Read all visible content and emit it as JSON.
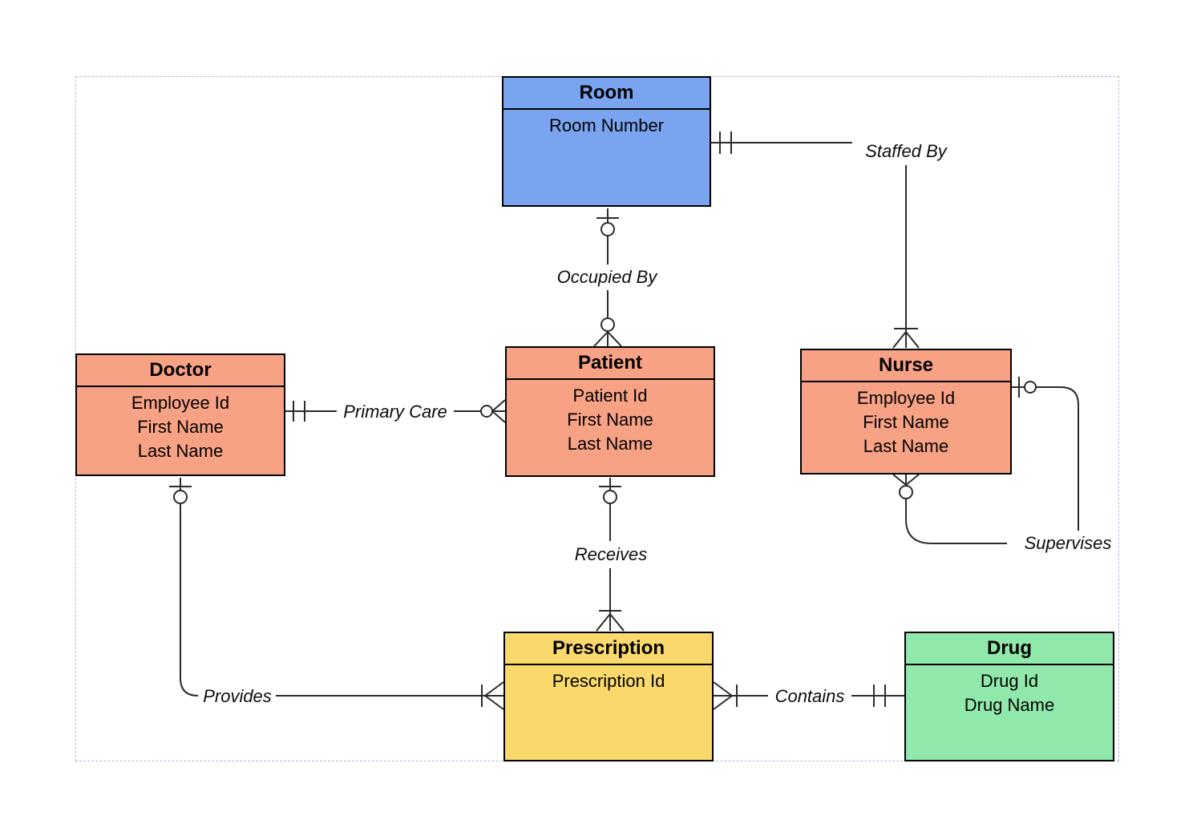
{
  "entities": {
    "room": {
      "title": "Room",
      "attributes": [
        "Room Number"
      ],
      "fill": "#7aa4f0"
    },
    "doctor": {
      "title": "Doctor",
      "attributes": [
        "Employee Id",
        "First Name",
        "Last Name"
      ],
      "fill": "#f8a285"
    },
    "patient": {
      "title": "Patient",
      "attributes": [
        "Patient Id",
        "First Name",
        "Last Name"
      ],
      "fill": "#f8a285"
    },
    "nurse": {
      "title": "Nurse",
      "attributes": [
        "Employee Id",
        "First Name",
        "Last Name"
      ],
      "fill": "#f8a285"
    },
    "prescription": {
      "title": "Prescription",
      "attributes": [
        "Prescription Id"
      ],
      "fill": "#fad96c"
    },
    "drug": {
      "title": "Drug",
      "attributes": [
        "Drug Id",
        "Drug Name"
      ],
      "fill": "#90e8ab"
    }
  },
  "relationships": {
    "staffed_by": {
      "label": "Staffed By",
      "from": "Room",
      "to": "Nurse",
      "from_cardinality": "one-and-only-one",
      "to_cardinality": "one-or-many"
    },
    "occupied_by": {
      "label": "Occupied By",
      "from": "Room",
      "to": "Patient",
      "from_cardinality": "zero-or-one",
      "to_cardinality": "zero-or-many"
    },
    "primary_care": {
      "label": "Primary Care",
      "from": "Doctor",
      "to": "Patient",
      "from_cardinality": "one-and-only-one",
      "to_cardinality": "zero-or-many"
    },
    "receives": {
      "label": "Receives",
      "from": "Patient",
      "to": "Prescription",
      "from_cardinality": "zero-or-one",
      "to_cardinality": "one-or-many"
    },
    "provides": {
      "label": "Provides",
      "from": "Doctor",
      "to": "Prescription",
      "from_cardinality": "zero-or-one",
      "to_cardinality": "one-or-many"
    },
    "contains": {
      "label": "Contains",
      "from": "Prescription",
      "to": "Drug",
      "from_cardinality": "one-or-many",
      "to_cardinality": "one-and-only-one"
    },
    "supervises": {
      "label": "Supervises",
      "from": "Nurse",
      "to": "Nurse",
      "from_cardinality": "zero-or-one",
      "to_cardinality": "zero-or-many"
    }
  },
  "colors": {
    "entity_blue": "#7aa4f0",
    "entity_salmon": "#f8a285",
    "entity_yellow": "#fad96c",
    "entity_green": "#90e8ab",
    "connector_line": "#2b2b2b",
    "entity_border": "#000000",
    "page_boundary": "#a9b9d9",
    "background": "#ffffff"
  }
}
